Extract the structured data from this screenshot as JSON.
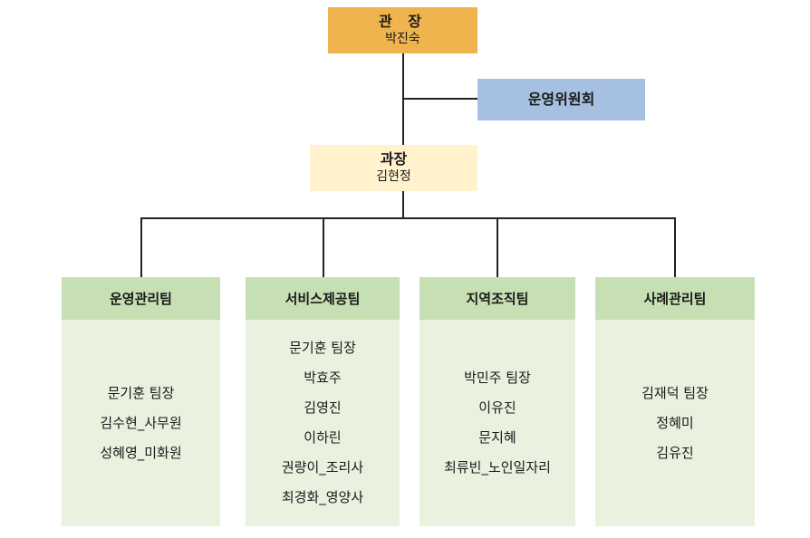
{
  "director": {
    "title": "관 장",
    "name": "박진숙",
    "color": "#efb44e"
  },
  "committee": {
    "title": "운영위원회",
    "color": "#a5c0e1"
  },
  "manager": {
    "title": "과장",
    "name": "김현정",
    "color": "#fff2cd"
  },
  "teams": [
    {
      "name": "운영관리팀",
      "members": [
        "문기훈 팀장",
        "김수현_사무원",
        "성혜영_미화원"
      ]
    },
    {
      "name": "서비스제공팀",
      "members": [
        "문기훈 팀장",
        "박효주",
        "김영진",
        "이하린",
        "권량이_조리사",
        "최경화_영양사"
      ]
    },
    {
      "name": "지역조직팀",
      "members": [
        "박민주 팀장",
        "이유진",
        "문지혜",
        "최류빈_노인일자리"
      ]
    },
    {
      "name": "사례관리팀",
      "members": [
        "김재덕 팀장",
        "정혜미",
        "김유진"
      ]
    }
  ],
  "colors": {
    "team_header": "#c6e0b4",
    "team_body": "#ebf1df",
    "connector": "#222222"
  }
}
